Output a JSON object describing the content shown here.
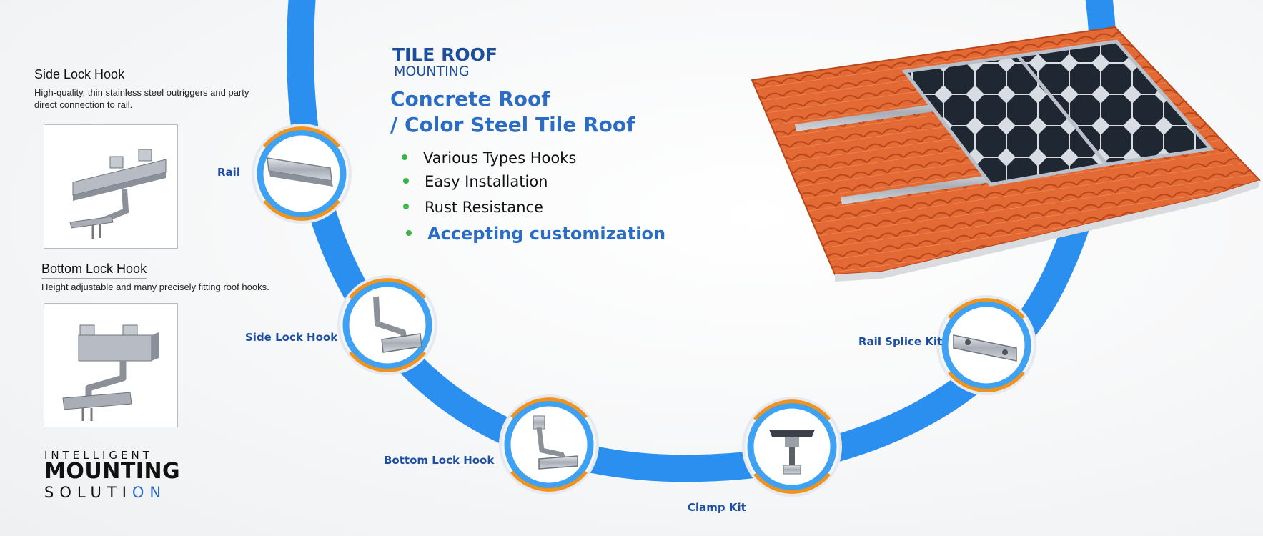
{
  "left_panel": {
    "items": [
      {
        "title": "Side Lock Hook",
        "desc_line1": "High-quality, thin stainless steel outriggers and party",
        "desc_line2": "direct connection to rail."
      },
      {
        "title": "Bottom Lock Hook",
        "desc_line1": "Height adjustable and many precisely fitting roof hooks."
      }
    ]
  },
  "brand": {
    "line1": "INTELLIGENT",
    "line2": "MOUNTING",
    "line3_main": "SOLUTI",
    "line3_accent": "ON"
  },
  "headline": {
    "title": "TILE ROOF",
    "subtitle": "MOUNTING",
    "roof_line1": "Concrete Roof",
    "roof_line2": "/ Color Steel Tile Roof"
  },
  "features": [
    "Various Types Hooks",
    "Easy Installation",
    "Rust Resistance",
    "Accepting customization"
  ],
  "nodes": [
    {
      "label": "Rail",
      "icon": "rail-icon"
    },
    {
      "label": "Side Lock Hook",
      "icon": "side-lock-hook-icon"
    },
    {
      "label": "Bottom Lock Hook",
      "icon": "bottom-lock-hook-icon"
    },
    {
      "label": "Clamp Kit",
      "icon": "clamp-kit-icon"
    },
    {
      "label": "Rail Splice Kit",
      "icon": "rail-splice-kit-icon"
    }
  ],
  "colors": {
    "arc_blue": "#2b8ff0",
    "ring_orange": "#f0921e",
    "title_blue": "#1b4f9c",
    "bullet_green": "#3bb34a",
    "roof_orange": "#e2662e"
  }
}
